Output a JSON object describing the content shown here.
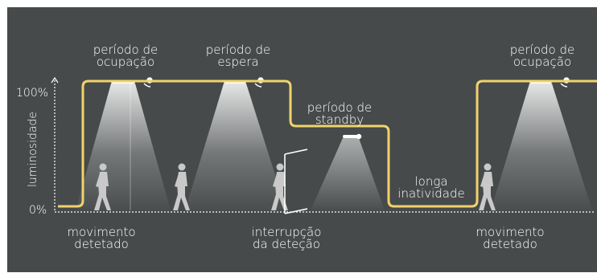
{
  "axis": {
    "y_label": "luminosidade",
    "top_tick": "100%",
    "bottom_tick": "0%"
  },
  "phases": [
    {
      "line1": "período de",
      "line2": "ocupação"
    },
    {
      "line1": "período de",
      "line2": "espera"
    },
    {
      "line1": "período de",
      "line2": "standby"
    },
    {
      "line1": "longa",
      "line2": "inatividade"
    },
    {
      "line1": "período de",
      "line2": "ocupação"
    }
  ],
  "events": [
    {
      "line1": "movimento",
      "line2": "detetado"
    },
    {
      "line1": "interrupção",
      "line2": "da deteção"
    },
    {
      "line1": "movimento",
      "line2": "detetado"
    }
  ],
  "colors": {
    "background": "#464a4b",
    "curve": "#f0d36a",
    "text": "#ffffff",
    "figure": "#c9c9c9",
    "beam": "#ffffff"
  },
  "icons": [
    "ceiling-lamp-icon",
    "motion-sensor-icon",
    "walking-person-icon",
    "door-icon"
  ]
}
